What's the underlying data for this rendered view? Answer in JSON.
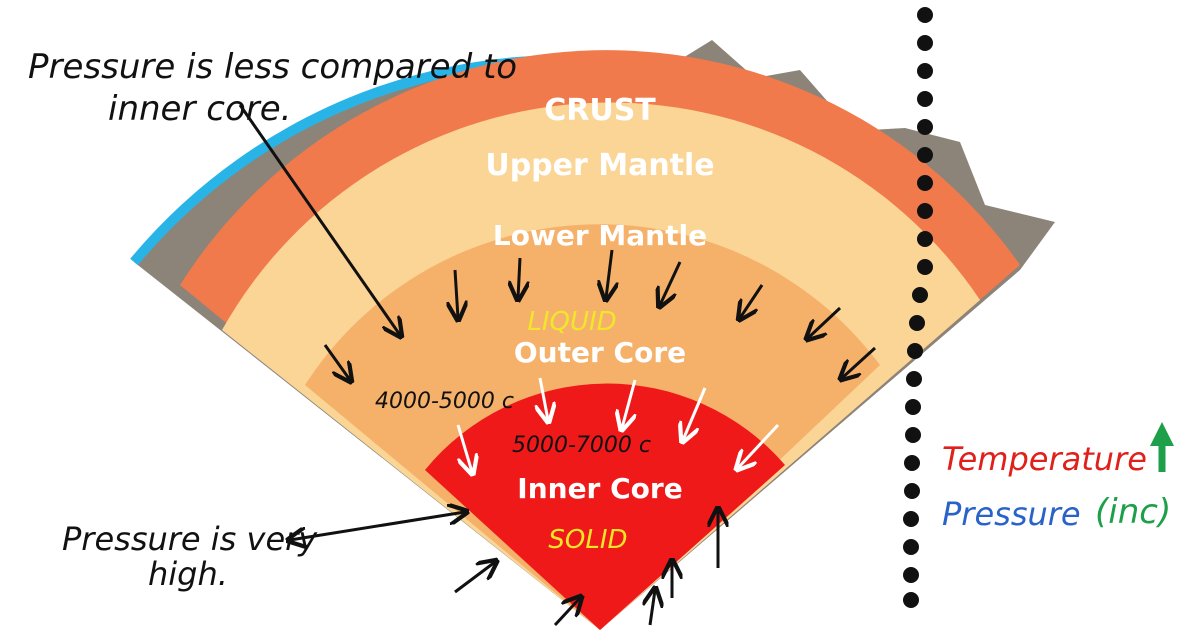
{
  "layers": {
    "crust": "CRUST",
    "upper_mantle": "Upper Mantle",
    "lower_mantle": "Lower Mantle",
    "outer_core": "Outer Core",
    "inner_core": "Inner Core"
  },
  "annotations": {
    "top_note_line1": "Pressure is less compared to",
    "top_note_line2": "inner core.",
    "state_outer": "LIQUID",
    "state_inner": "SOLID",
    "temp_outer": "4000-5000 c",
    "temp_inner": "5000-7000 c",
    "bottom_note_line1": "Pressure is very",
    "bottom_note_line2": "high."
  },
  "legend": {
    "temperature": "Temperature",
    "pressure": "Pressure",
    "increase": "(inc)"
  },
  "colors": {
    "water": "#29b4e8",
    "crust": "#8c8478",
    "upper_mantle": "#f07a4c",
    "upper_mantle_band": "#f48a5a",
    "lower_mantle": "#fbd596",
    "outer_core": "#f5b16a",
    "inner_core": "#f0191a",
    "temperature_text": "#e0201a",
    "pressure_text": "#2a63c8",
    "increase_text": "#1ea04a",
    "state_text": "#f2e62a"
  }
}
